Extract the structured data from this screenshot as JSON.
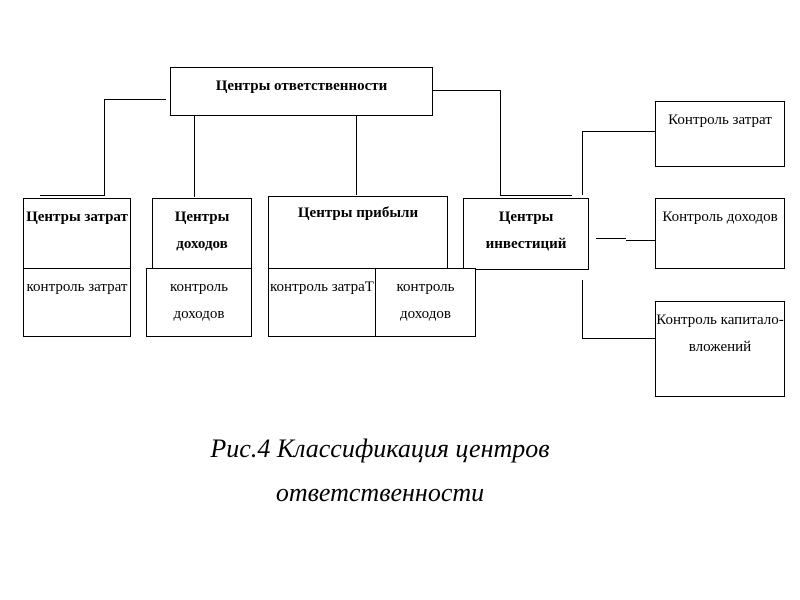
{
  "diagram": {
    "root": {
      "label": "Центры ответственности"
    },
    "centers": [
      {
        "label": "Центры затрат",
        "controls": [
          "контроль затрат"
        ]
      },
      {
        "label": "Центры доходов",
        "controls": [
          "контроль доходов"
        ]
      },
      {
        "label": "Центры прибыли",
        "controls": [
          "контроль затраТ",
          "контроль доходов"
        ]
      },
      {
        "label": "Центры инвестиций"
      }
    ],
    "investment_controls": [
      "Контроль затрат",
      "Контроль доходов",
      "Контроль капитало-вложений"
    ]
  },
  "caption": {
    "line1": "Рис.4  Классификация центров",
    "line2": "ответственности"
  }
}
